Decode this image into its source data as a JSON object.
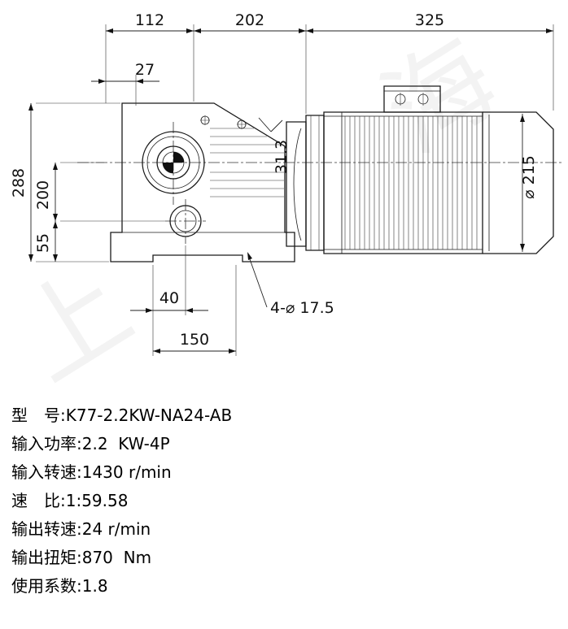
{
  "watermark": {
    "text": "上海"
  },
  "drawing": {
    "dims": {
      "top_left": "112",
      "top_mid": "202",
      "top_right": "325",
      "boss": "27",
      "height_total": "288",
      "height_center": "200",
      "height_foot": "55",
      "foot_offset": "40",
      "foot_span": "150",
      "key_width": "31.3",
      "motor_diameter": "⌀ 215",
      "mount_holes": "4-⌀ 17.5"
    }
  },
  "specs": {
    "lines": [
      "型　号:K77-2.2KW-NA24-AB",
      "输入功率:2.2  KW-4P",
      "输入转速:1430 r/min",
      "速　比:1:59.58",
      "输出转速:24 r/min",
      "输出扭矩:870  Nm",
      "使用系数:1.8"
    ]
  }
}
